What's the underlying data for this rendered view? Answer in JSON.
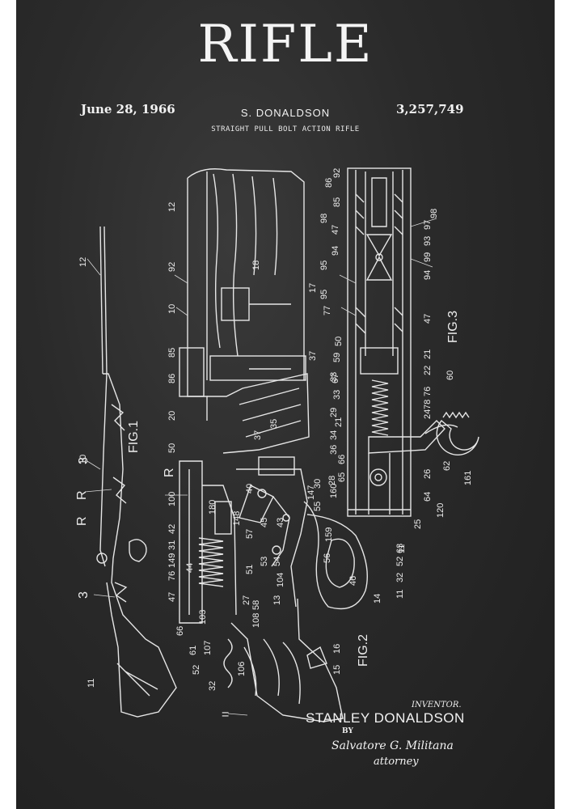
{
  "title": "RIFLE",
  "patent": {
    "date": "June 28, 1966",
    "inventor_header": "S. DONALDSON",
    "number": "3,257,749",
    "description": "STRAIGHT PULL BOLT ACTION RIFLE"
  },
  "figures": {
    "fig1": "FIG.1",
    "fig2": "FIG.2",
    "fig3": "FIG.3"
  },
  "section_marks": {
    "r_upper": "R",
    "three_upper": "3",
    "r_lower": "R",
    "three_lower": "3",
    "r_fig2": "R"
  },
  "fig1_labels": [
    "12",
    "10",
    "11"
  ],
  "fig2_labels_left": [
    "12",
    "92",
    "10",
    "85",
    "86",
    "20",
    "50",
    "100",
    "31",
    "42",
    "149",
    "76",
    "44",
    "47",
    "66",
    "61",
    "52",
    "107",
    "32",
    "106"
  ],
  "fig2_labels_inner": [
    "18",
    "17",
    "37",
    "35",
    "37",
    "180",
    "148",
    "40",
    "57",
    "45",
    "43",
    "51",
    "53",
    "54",
    "27",
    "104",
    "58",
    "13",
    "108",
    "103",
    "159",
    "56",
    "46",
    "14",
    "16",
    "15",
    "147",
    "30",
    "55",
    "28",
    "160",
    "65",
    "66",
    "36",
    "34",
    "29",
    "33",
    "11"
  ],
  "fig3_labels": [
    "86",
    "92",
    "85",
    "98",
    "47",
    "98",
    "97",
    "93",
    "94",
    "95",
    "99",
    "94",
    "95",
    "77",
    "47",
    "50",
    "59",
    "21",
    "22",
    "60",
    "67",
    "33",
    "76",
    "78",
    "21",
    "24",
    "161",
    "62",
    "26",
    "120",
    "64",
    "25",
    "63",
    "52",
    "32",
    "11"
  ],
  "inventor": {
    "label": "INVENTOR.",
    "name": "STANLEY DONALDSON",
    "by": "BY",
    "signature": "Salvatore G. Militana",
    "signature_role": "attorney"
  }
}
